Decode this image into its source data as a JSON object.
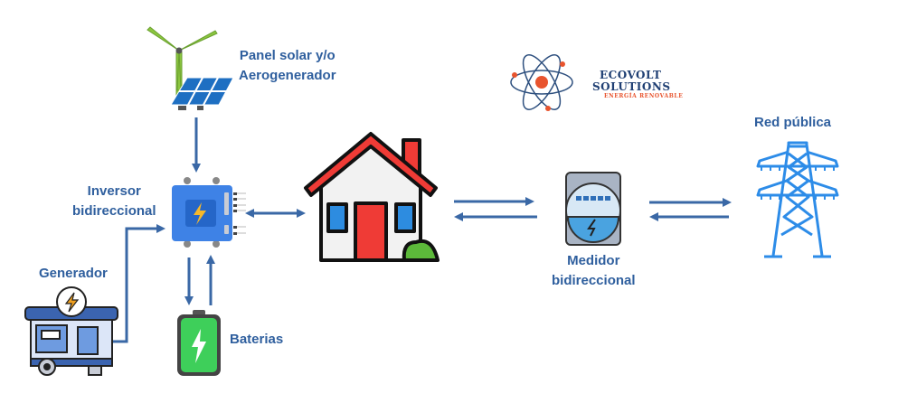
{
  "diagram": {
    "nodes": {
      "renewable": {
        "label_line1": "Panel solar y/o",
        "label_line2": "Aerogenerador",
        "icon": "wind-turbine-solar-panel"
      },
      "inverter": {
        "label_line1": "Inversor",
        "label_line2": "bidireccional",
        "icon": "inverter"
      },
      "generator": {
        "label": "Generador",
        "icon": "generator"
      },
      "batteries": {
        "label": "Baterias",
        "icon": "battery"
      },
      "house": {
        "icon": "house"
      },
      "meter": {
        "label_line1": "Medidor",
        "label_line2": "bidireccional",
        "icon": "electric-meter"
      },
      "grid": {
        "label": "Red pública",
        "icon": "power-tower"
      }
    },
    "logo": {
      "line1": "ECOVOLT",
      "line2": "SOLUTIONS",
      "tagline": "ENERGÍA RENOVABLE",
      "icon": "atom"
    },
    "connections": [
      {
        "from": "renewable",
        "to": "inverter",
        "direction": "one-way"
      },
      {
        "from": "generator",
        "to": "inverter",
        "direction": "one-way"
      },
      {
        "from": "inverter",
        "to": "batteries",
        "direction": "one-way"
      },
      {
        "from": "batteries",
        "to": "inverter",
        "direction": "one-way"
      },
      {
        "from": "inverter",
        "to": "house",
        "direction": "two-way"
      },
      {
        "from": "house",
        "to": "meter",
        "direction": "two-way"
      },
      {
        "from": "meter",
        "to": "grid",
        "direction": "two-way"
      }
    ],
    "colors": {
      "label": "#2f5f9e",
      "arrow": "#3a68a6",
      "logo_primary": "#1f3f73",
      "logo_accent": "#e8542e"
    }
  }
}
